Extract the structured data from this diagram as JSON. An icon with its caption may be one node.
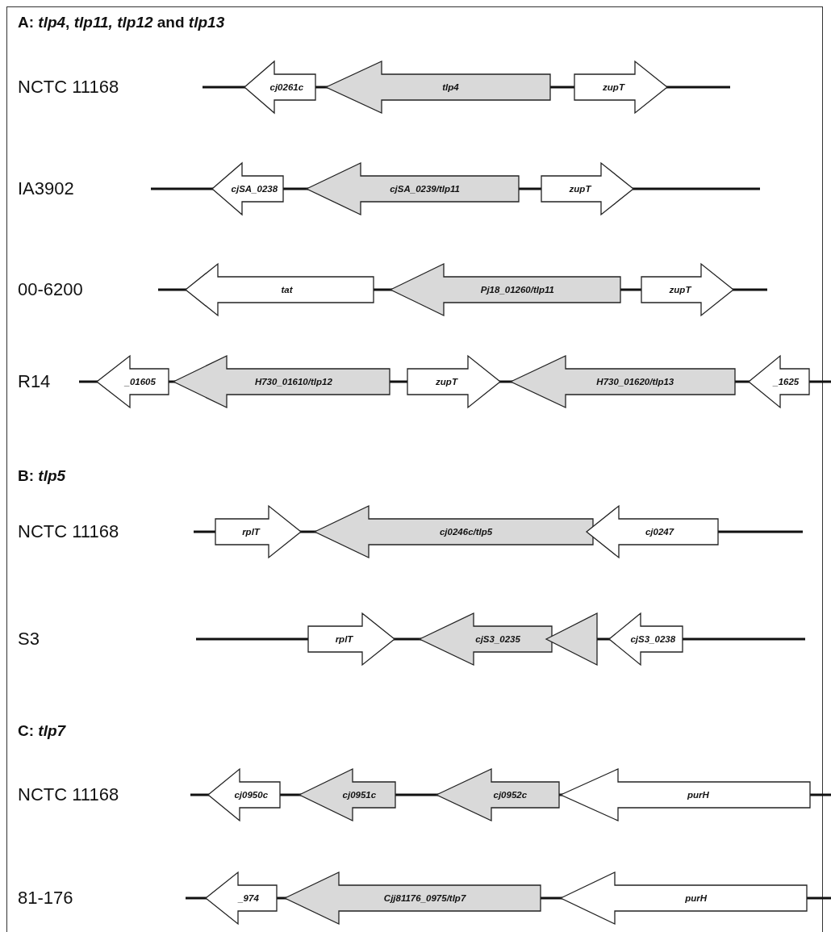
{
  "diagram": {
    "nodes": [
      {
        "text": [
          "cj0261c"
        ]
      },
      {
        "text": [
          "tlp4"
        ]
      },
      {
        "text": [
          "zupT"
        ]
      },
      {
        "text": [
          "cjSA_0238"
        ]
      },
      {
        "text": [
          "cjSA_0239/tlp11"
        ]
      },
      {
        "text": [
          "zupT"
        ]
      },
      {
        "text": [
          "tat"
        ]
      },
      {
        "text": [
          "Pj18_01260/tlp11"
        ]
      },
      {
        "text": [
          "zupT"
        ]
      },
      {
        "text": [
          "_01605"
        ]
      },
      {
        "text": [
          "H730_01610/tlp12"
        ]
      },
      {
        "text": [
          "zupT"
        ]
      },
      {
        "text": [
          "H730_01620/tlp13"
        ]
      },
      {
        "text": [
          "_1625"
        ]
      },
      {
        "text": [
          "rplT"
        ]
      },
      {
        "text": [
          "cj0246c/tlp5"
        ]
      },
      {
        "text": [
          "cj0247"
        ]
      },
      {
        "text": [
          "rplT"
        ]
      },
      {
        "text": [
          "cjS3_0235"
        ]
      },
      {
        "text": [],
        "shape": "triangle"
      },
      {
        "text": [
          "cjS3_0238"
        ]
      },
      {
        "text": [
          "cj0950c"
        ]
      },
      {
        "text": [
          "cj0951c"
        ]
      },
      {
        "text": [
          "cj0952c"
        ]
      },
      {
        "text": [
          "purH"
        ]
      },
      {
        "text": [
          "_974"
        ]
      },
      {
        "text": [
          "Cjj81176_0975/tlp7"
        ]
      },
      {
        "text": [
          "purH"
        ]
      }
    ],
    "edges": [],
    "labels": [
      "A: *tlp4*, *tlp11, tlp12* and *tlp13*",
      "NCTC 11168",
      "IA3902",
      "00-6200",
      "R14",
      "B: *tlp5*",
      "NCTC 11168",
      "S3",
      "C: *tlp7*",
      "NCTC 11168",
      "81-176"
    ]
  }
}
